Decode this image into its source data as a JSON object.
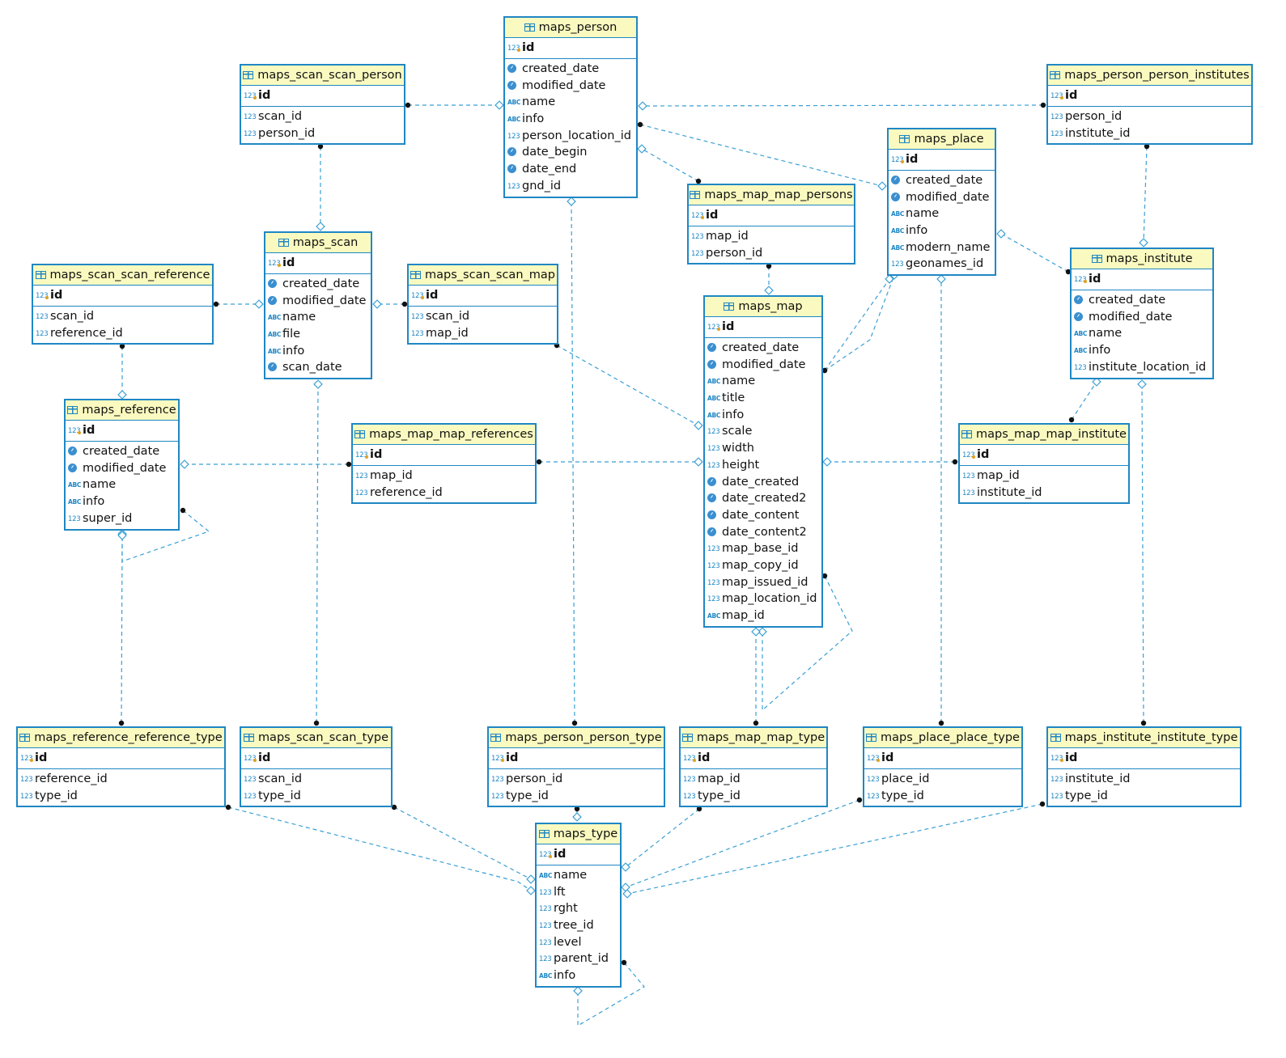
{
  "icons": {
    "table": "table-icon",
    "primary_key": "key-number-icon",
    "number": "number-123-icon",
    "text": "abc-text-icon",
    "datetime": "clock-icon"
  },
  "colors": {
    "border": "#1f87c4",
    "header": "#fafac0",
    "link": "#3a9fd4"
  },
  "entities": {
    "maps_person": {
      "title": "maps_person",
      "pk": "id",
      "columns": [
        {
          "name": "created_date",
          "type": "datetime"
        },
        {
          "name": "modified_date",
          "type": "datetime"
        },
        {
          "name": "name",
          "type": "text"
        },
        {
          "name": "info",
          "type": "text"
        },
        {
          "name": "person_location_id",
          "type": "number"
        },
        {
          "name": "date_begin",
          "type": "datetime"
        },
        {
          "name": "date_end",
          "type": "datetime"
        },
        {
          "name": "gnd_id",
          "type": "number"
        }
      ]
    },
    "maps_scan_scan_person": {
      "title": "maps_scan_scan_person",
      "pk": "id",
      "columns": [
        {
          "name": "scan_id",
          "type": "number"
        },
        {
          "name": "person_id",
          "type": "number"
        }
      ]
    },
    "maps_person_person_institutes": {
      "title": "maps_person_person_institutes",
      "pk": "id",
      "columns": [
        {
          "name": "person_id",
          "type": "number"
        },
        {
          "name": "institute_id",
          "type": "number"
        }
      ]
    },
    "maps_place": {
      "title": "maps_place",
      "pk": "id",
      "columns": [
        {
          "name": "created_date",
          "type": "datetime"
        },
        {
          "name": "modified_date",
          "type": "datetime"
        },
        {
          "name": "name",
          "type": "text"
        },
        {
          "name": "info",
          "type": "text"
        },
        {
          "name": "modern_name",
          "type": "text"
        },
        {
          "name": "geonames_id",
          "type": "number"
        }
      ]
    },
    "maps_map_map_persons": {
      "title": "maps_map_map_persons",
      "pk": "id",
      "columns": [
        {
          "name": "map_id",
          "type": "number"
        },
        {
          "name": "person_id",
          "type": "number"
        }
      ]
    },
    "maps_scan": {
      "title": "maps_scan",
      "pk": "id",
      "columns": [
        {
          "name": "created_date",
          "type": "datetime"
        },
        {
          "name": "modified_date",
          "type": "datetime"
        },
        {
          "name": "name",
          "type": "text"
        },
        {
          "name": "file",
          "type": "text"
        },
        {
          "name": "info",
          "type": "text"
        },
        {
          "name": "scan_date",
          "type": "datetime"
        }
      ]
    },
    "maps_scan_scan_reference": {
      "title": "maps_scan_scan_reference",
      "pk": "id",
      "columns": [
        {
          "name": "scan_id",
          "type": "number"
        },
        {
          "name": "reference_id",
          "type": "number"
        }
      ]
    },
    "maps_scan_scan_map": {
      "title": "maps_scan_scan_map",
      "pk": "id",
      "columns": [
        {
          "name": "scan_id",
          "type": "number"
        },
        {
          "name": "map_id",
          "type": "number"
        }
      ]
    },
    "maps_institute": {
      "title": "maps_institute",
      "pk": "id",
      "columns": [
        {
          "name": "created_date",
          "type": "datetime"
        },
        {
          "name": "modified_date",
          "type": "datetime"
        },
        {
          "name": "name",
          "type": "text"
        },
        {
          "name": "info",
          "type": "text"
        },
        {
          "name": "institute_location_id",
          "type": "number"
        }
      ]
    },
    "maps_map": {
      "title": "maps_map",
      "pk": "id",
      "columns": [
        {
          "name": "created_date",
          "type": "datetime"
        },
        {
          "name": "modified_date",
          "type": "datetime"
        },
        {
          "name": "name",
          "type": "text"
        },
        {
          "name": "title",
          "type": "text"
        },
        {
          "name": "info",
          "type": "text"
        },
        {
          "name": "scale",
          "type": "number"
        },
        {
          "name": "width",
          "type": "number"
        },
        {
          "name": "height",
          "type": "number"
        },
        {
          "name": "date_created",
          "type": "datetime"
        },
        {
          "name": "date_created2",
          "type": "datetime"
        },
        {
          "name": "date_content",
          "type": "datetime"
        },
        {
          "name": "date_content2",
          "type": "datetime"
        },
        {
          "name": "map_base_id",
          "type": "number"
        },
        {
          "name": "map_copy_id",
          "type": "number"
        },
        {
          "name": "map_issued_id",
          "type": "number"
        },
        {
          "name": "map_location_id",
          "type": "number"
        },
        {
          "name": "map_id",
          "type": "text"
        }
      ]
    },
    "maps_reference": {
      "title": "maps_reference",
      "pk": "id",
      "columns": [
        {
          "name": "created_date",
          "type": "datetime"
        },
        {
          "name": "modified_date",
          "type": "datetime"
        },
        {
          "name": "name",
          "type": "text"
        },
        {
          "name": "info",
          "type": "text"
        },
        {
          "name": "super_id",
          "type": "number"
        }
      ]
    },
    "maps_map_map_references": {
      "title": "maps_map_map_references",
      "pk": "id",
      "columns": [
        {
          "name": "map_id",
          "type": "number"
        },
        {
          "name": "reference_id",
          "type": "number"
        }
      ]
    },
    "maps_map_map_institute": {
      "title": "maps_map_map_institute",
      "pk": "id",
      "columns": [
        {
          "name": "map_id",
          "type": "number"
        },
        {
          "name": "institute_id",
          "type": "number"
        }
      ]
    },
    "maps_reference_reference_type": {
      "title": "maps_reference_reference_type",
      "pk": "id",
      "columns": [
        {
          "name": "reference_id",
          "type": "number"
        },
        {
          "name": "type_id",
          "type": "number"
        }
      ]
    },
    "maps_scan_scan_type": {
      "title": "maps_scan_scan_type",
      "pk": "id",
      "columns": [
        {
          "name": "scan_id",
          "type": "number"
        },
        {
          "name": "type_id",
          "type": "number"
        }
      ]
    },
    "maps_person_person_type": {
      "title": "maps_person_person_type",
      "pk": "id",
      "columns": [
        {
          "name": "person_id",
          "type": "number"
        },
        {
          "name": "type_id",
          "type": "number"
        }
      ]
    },
    "maps_map_map_type": {
      "title": "maps_map_map_type",
      "pk": "id",
      "columns": [
        {
          "name": "map_id",
          "type": "number"
        },
        {
          "name": "type_id",
          "type": "number"
        }
      ]
    },
    "maps_place_place_type": {
      "title": "maps_place_place_type",
      "pk": "id",
      "columns": [
        {
          "name": "place_id",
          "type": "number"
        },
        {
          "name": "type_id",
          "type": "number"
        }
      ]
    },
    "maps_institute_institute_type": {
      "title": "maps_institute_institute_type",
      "pk": "id",
      "columns": [
        {
          "name": "institute_id",
          "type": "number"
        },
        {
          "name": "type_id",
          "type": "number"
        }
      ]
    },
    "maps_type": {
      "title": "maps_type",
      "pk": "id",
      "columns": [
        {
          "name": "name",
          "type": "text"
        },
        {
          "name": "lft",
          "type": "number"
        },
        {
          "name": "rght",
          "type": "number"
        },
        {
          "name": "tree_id",
          "type": "number"
        },
        {
          "name": "level",
          "type": "number"
        },
        {
          "name": "parent_id",
          "type": "number"
        },
        {
          "name": "info",
          "type": "text"
        }
      ]
    }
  }
}
